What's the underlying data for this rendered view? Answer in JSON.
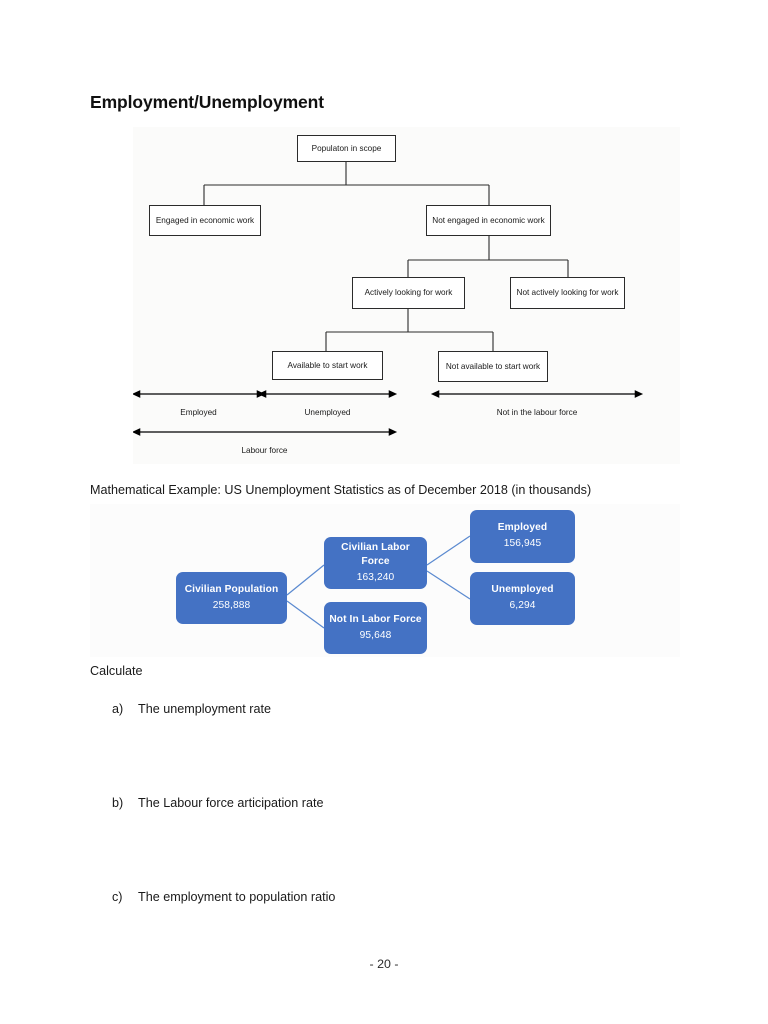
{
  "document": {
    "heading": "Employment/Unemployment",
    "footer_page_label": "- 20 -"
  },
  "tree_diagram": {
    "nodes": [
      {
        "id": "population-in-scope",
        "label": "Populaton in scope"
      },
      {
        "id": "engaged-economic-work",
        "label": "Engaged in economic work"
      },
      {
        "id": "not-engaged-economic-work",
        "label": "Not engaged in economic work"
      },
      {
        "id": "actively-looking",
        "label": "Actively looking for work"
      },
      {
        "id": "not-actively-looking",
        "label": "Not actively looking for work"
      },
      {
        "id": "available-to-start",
        "label": "Available to start work"
      },
      {
        "id": "not-available-to-start",
        "label": "Not available to start work"
      }
    ],
    "bracket_labels": [
      {
        "id": "employed",
        "label": "Employed"
      },
      {
        "id": "unemployed",
        "label": "Unemployed"
      },
      {
        "id": "not-in-labour-force",
        "label": "Not in the labour force"
      },
      {
        "id": "labour-force",
        "label": "Labour force"
      }
    ]
  },
  "math_example": {
    "caption": "Mathematical Example: US Unemployment Statistics as of December 2018 (in thousands)",
    "box_color": "#4472C4",
    "connector_color": "#5B8AD0",
    "nodes": [
      {
        "id": "civilian-population",
        "title": "Civilian Population",
        "value": "258,888"
      },
      {
        "id": "civilian-labor-force",
        "title": "Civilian Labor Force",
        "value": "163,240"
      },
      {
        "id": "not-in-labor-force",
        "title": "Not In Labor Force",
        "value": "95,648"
      },
      {
        "id": "employed",
        "title": "Employed",
        "value": "156,945"
      },
      {
        "id": "unemployed",
        "title": "Unemployed",
        "value": "6,294"
      }
    ]
  },
  "calculate": {
    "lead": "Calculate",
    "items": [
      {
        "marker": "a)",
        "text": "The unemployment rate"
      },
      {
        "marker": "b)",
        "text": "The Labour force articipation rate"
      },
      {
        "marker": "c)",
        "text": "The employment to population ratio"
      }
    ]
  }
}
